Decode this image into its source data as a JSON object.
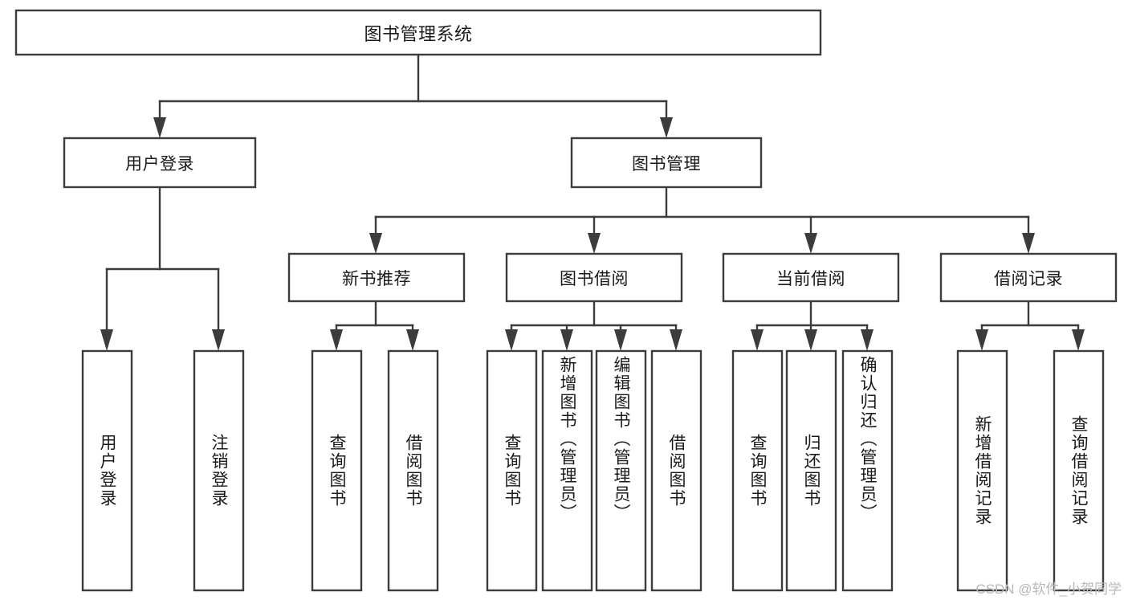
{
  "diagram": {
    "type": "tree",
    "title": "图书管理系统",
    "watermark": "CSDN @软件_小贺同学",
    "stroke_color": "#3c3c3c",
    "text_color": "#1a1a1a",
    "background_color": "#ffffff",
    "levels": {
      "root": {
        "label": "图书管理系统"
      },
      "level2": [
        {
          "label": "用户登录"
        },
        {
          "label": "图书管理"
        }
      ],
      "level3": [
        {
          "label": "新书推荐",
          "parent": "图书管理"
        },
        {
          "label": "图书借阅",
          "parent": "图书管理"
        },
        {
          "label": "当前借阅",
          "parent": "图书管理"
        },
        {
          "label": "借阅记录",
          "parent": "图书管理"
        }
      ],
      "leaves": [
        {
          "label": "用户登录",
          "parent": "用户登录"
        },
        {
          "label": "注销登录",
          "parent": "用户登录"
        },
        {
          "label": "查询图书",
          "parent": "新书推荐"
        },
        {
          "label": "借阅图书",
          "parent": "新书推荐"
        },
        {
          "label": "查询图书",
          "parent": "图书借阅"
        },
        {
          "label": "新增图书（管理员）",
          "parent": "图书借阅"
        },
        {
          "label": "编辑图书（管理员）",
          "parent": "图书借阅"
        },
        {
          "label": "借阅图书",
          "parent": "图书借阅"
        },
        {
          "label": "查询图书",
          "parent": "当前借阅"
        },
        {
          "label": "归还图书",
          "parent": "当前借阅"
        },
        {
          "label": "确认归还（管理员）",
          "parent": "当前借阅"
        },
        {
          "label": "新增借阅记录",
          "parent": "借阅记录"
        },
        {
          "label": "查询借阅记录",
          "parent": "借阅记录"
        }
      ]
    }
  }
}
